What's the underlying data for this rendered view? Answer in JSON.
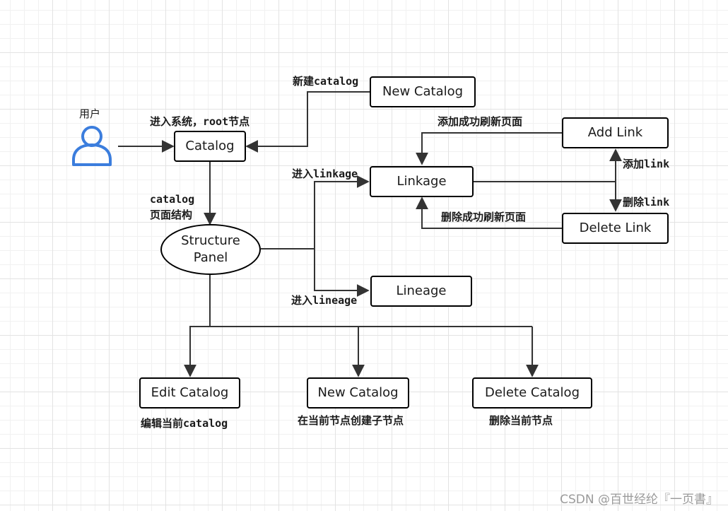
{
  "user": {
    "label": "用户",
    "icon": "user-icon",
    "color": "#3b7ddd"
  },
  "nodes": {
    "catalog": "Catalog",
    "new_catalog_top": "New Catalog",
    "structure_panel": "Structure\nPanel",
    "linkage": "Linkage",
    "lineage": "Lineage",
    "add_link": "Add Link",
    "delete_link": "Delete Link",
    "edit_catalog": "Edit Catalog",
    "new_catalog_bottom": "New Catalog",
    "delete_catalog": "Delete Catalog"
  },
  "labels": {
    "enter_system": "进入系统，root节点",
    "create_catalog": "新建catalog",
    "catalog_page_structure": "catalog\n页面结构",
    "enter_linkage": "进入linkage",
    "enter_lineage": "进入lineage",
    "add_success_refresh": "添加成功刷新页面",
    "delete_success_refresh": "删除成功刷新页面",
    "add_link": "添加link",
    "delete_link": "删除link",
    "edit_current_catalog": "编辑当前catalog",
    "create_child_node": "在当前节点创建子节点",
    "delete_current_node": "删除当前节点"
  },
  "watermark": "CSDN @百世经纶『一页書』"
}
